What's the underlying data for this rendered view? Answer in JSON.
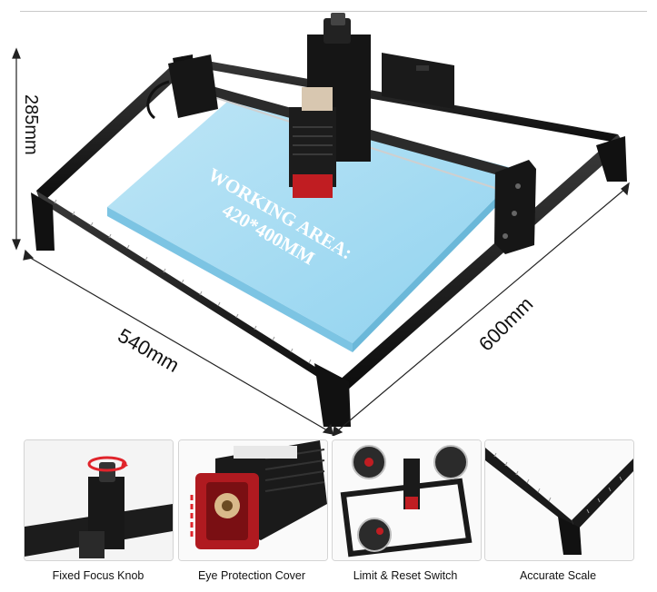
{
  "product": {
    "height_dimension": "285mm",
    "width_dimension": "540mm",
    "depth_dimension": "600mm",
    "working_area_line1": "WORKING AREA:",
    "working_area_line2": "420*400MM"
  },
  "features": [
    {
      "label": "Fixed Focus Knob"
    },
    {
      "label": "Eye Protection Cover"
    },
    {
      "label": "Limit & Reset Switch"
    },
    {
      "label": "Accurate Scale"
    }
  ],
  "colors": {
    "work_area": "#a8dcf2",
    "frame": "#1b1b1b",
    "laser_red": "#c01d22",
    "highlight_red": "#e0242b"
  }
}
